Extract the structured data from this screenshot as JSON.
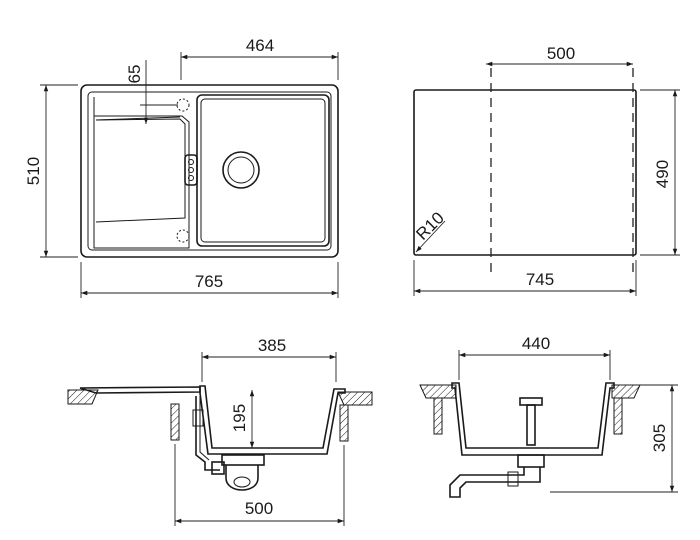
{
  "dimensions": {
    "top_bowl_width": "464",
    "top_drain_offset": "65",
    "top_height": "510",
    "top_width": "765",
    "side_inner_width": "500",
    "side_height": "490",
    "side_width": "745",
    "side_radius": "R10",
    "section_bowl_width": "385",
    "section_depth": "195",
    "section_base_width": "500",
    "end_inner_width": "440",
    "end_height": "305"
  }
}
